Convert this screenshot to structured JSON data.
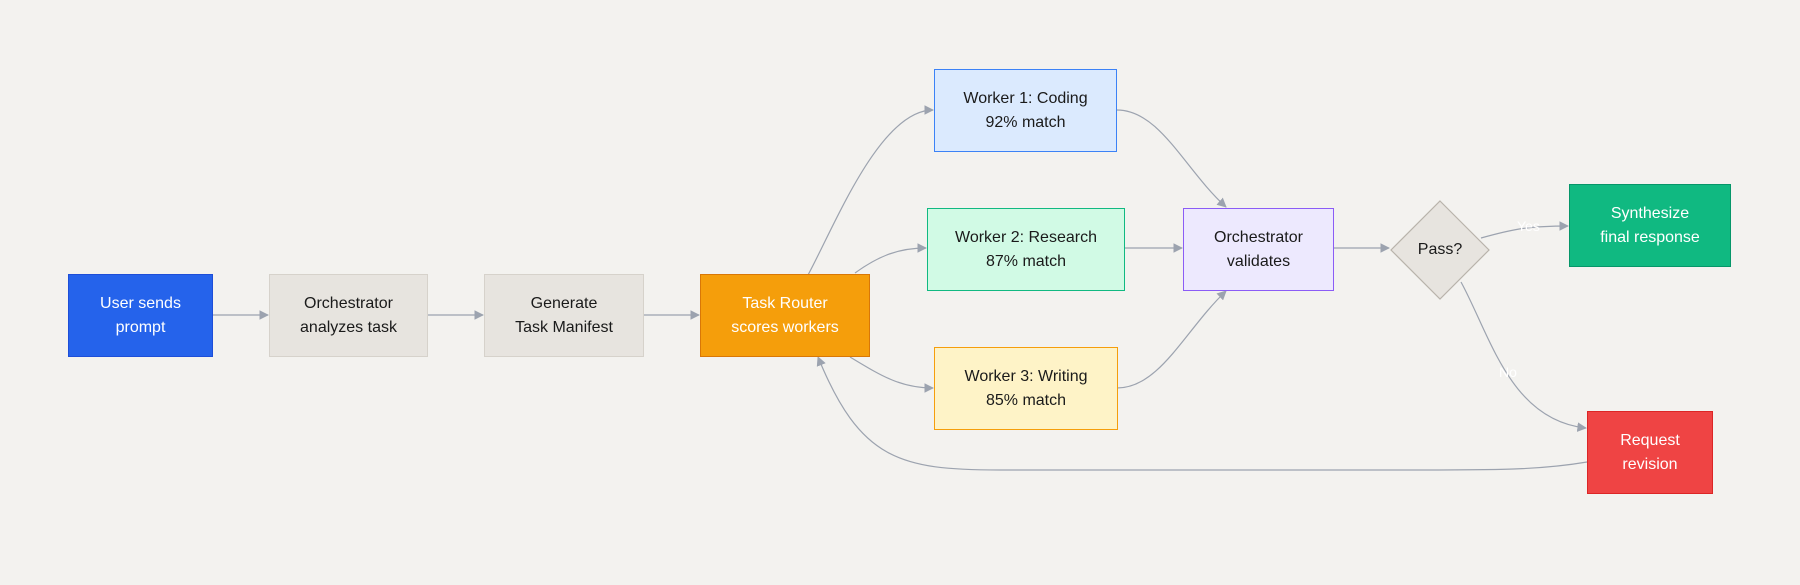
{
  "nodes": {
    "user": {
      "lines": [
        "User sends",
        "prompt"
      ],
      "fill": "#2563eb",
      "stroke": "#1d4ed8",
      "text": "#ffffff"
    },
    "analyze": {
      "lines": [
        "Orchestrator",
        "analyzes task"
      ],
      "fill": "#e7e4df",
      "stroke": "#d6d2cb",
      "text": "#1a1a1a"
    },
    "manifest": {
      "lines": [
        "Generate",
        "Task Manifest"
      ],
      "fill": "#e7e4df",
      "stroke": "#d6d2cb",
      "text": "#1a1a1a"
    },
    "router": {
      "lines": [
        "Task Router",
        "scores workers"
      ],
      "fill": "#f59e0b",
      "stroke": "#d97706",
      "text": "#ffffff"
    },
    "worker1": {
      "lines": [
        "Worker 1: Coding",
        "92% match"
      ],
      "fill": "#dbeafe",
      "stroke": "#3b82f6",
      "text": "#1a1a1a"
    },
    "worker2": {
      "lines": [
        "Worker 2: Research",
        "87% match"
      ],
      "fill": "#d1fae5",
      "stroke": "#10b981",
      "text": "#1a1a1a"
    },
    "worker3": {
      "lines": [
        "Worker 3: Writing",
        "85% match"
      ],
      "fill": "#fef3c7",
      "stroke": "#f59e0b",
      "text": "#1a1a1a"
    },
    "validate": {
      "lines": [
        "Orchestrator",
        "validates"
      ],
      "fill": "#ede9fe",
      "stroke": "#8b5cf6",
      "text": "#1a1a1a"
    },
    "pass": {
      "lines": [
        "Pass?"
      ],
      "fill": "#e7e4df",
      "stroke": "#b8b3ab",
      "text": "#1a1a1a"
    },
    "synth": {
      "lines": [
        "Synthesize",
        "final response"
      ],
      "fill": "#10b981",
      "stroke": "#059669",
      "text": "#ffffff"
    },
    "revise": {
      "lines": [
        "Request",
        "revision"
      ],
      "fill": "#ef4444",
      "stroke": "#dc2626",
      "text": "#ffffff"
    }
  },
  "edge_labels": {
    "yes": "Yes",
    "no": "No"
  },
  "colors": {
    "background": "#f3f2ef",
    "edge": "#9ca3af"
  }
}
